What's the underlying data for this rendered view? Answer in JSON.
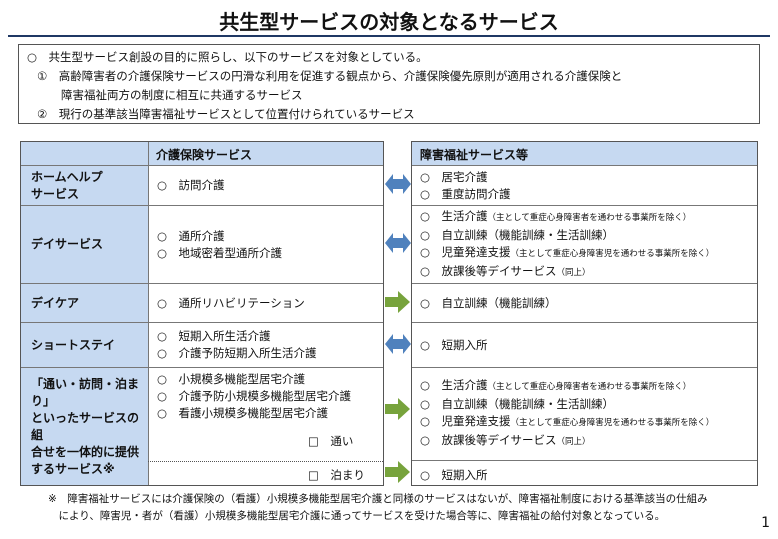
{
  "title": "共生型サービスの対象となるサービス",
  "intro": [
    "○　共生型サービス創設の目的に照らし、以下のサービスを対象としている。",
    "①　高齢障害者の介護保険サービスの円滑な利用を促進する観点から、介護保険優先原則が適用される介護保険と",
    "障害福祉両方の制度に相互に共通するサービス",
    "②　現行の基準該当障害福祉サービスとして位置付けられているサービス"
  ],
  "left_header": "介護保険サービス",
  "right_header": "障害福祉サービス等",
  "rows": [
    {
      "label": [
        "ホームヘルプ",
        "サービス"
      ],
      "kaigo": [
        "○　訪問介護"
      ],
      "arrow": "both",
      "shogai": [
        {
          "t": "○　居宅介護",
          "n": ""
        },
        {
          "t": "○　重度訪問介護",
          "n": ""
        }
      ]
    },
    {
      "label": [
        "デイサービス"
      ],
      "kaigo": [
        "○　通所介護",
        "○　地域密着型通所介護"
      ],
      "arrow": "both",
      "shogai": [
        {
          "t": "○　生活介護",
          "n": "（主として重症心身障害者を通わせる事業所を除く）"
        },
        {
          "t": "○　自立訓練（機能訓練・生活訓練）",
          "n": ""
        },
        {
          "t": "○　児童発達支援",
          "n": "（主として重症心身障害児を通わせる事業所を除く）"
        },
        {
          "t": "○　放課後等デイサービス",
          "n": "（同上）"
        }
      ]
    },
    {
      "label": [
        "デイケア"
      ],
      "kaigo": [
        "○　通所リハビリテーション"
      ],
      "arrow": "right",
      "shogai": [
        {
          "t": "○　自立訓練（機能訓練）",
          "n": ""
        }
      ]
    },
    {
      "label": [
        "ショートステイ"
      ],
      "kaigo": [
        "○　短期入所生活介護",
        "○　介護予防短期入所生活介護"
      ],
      "arrow": "both",
      "shogai": [
        {
          "t": "○　短期入所",
          "n": ""
        }
      ]
    },
    {
      "label": [
        "「通い・訪問・泊まり」",
        "といったサービスの組",
        "合せを一体的に提供",
        "するサービス※"
      ],
      "kaigo": [
        "○　小規模多機能型居宅介護",
        "○　介護予防小規模多機能型居宅介護",
        "○　看護小規模多機能型居宅介護"
      ],
      "sub1": "□　通い",
      "sub2": "□　泊まり",
      "arrow": "right",
      "shogai": [
        {
          "t": "○　生活介護",
          "n": "（主として重症心身障害者を通わせる事業所を除く）"
        },
        {
          "t": "○　自立訓練（機能訓練・生活訓練）",
          "n": ""
        },
        {
          "t": "○　児童発達支援",
          "n": "（主として重症心身障害児を通わせる事業所を除く）"
        },
        {
          "t": "○　放課後等デイサービス",
          "n": "（同上）"
        }
      ],
      "shogai2": "○　短期入所"
    }
  ],
  "footnote": [
    "※　障害福祉サービスには介護保険の（看護）小規模多機能型居宅介護と同様のサービスはないが、障害福祉制度における基準該当の仕組み",
    "　により、障害児・者が（看護）小規模多機能型居宅介護に通ってサービスを受けた場合等に、障害福祉の給付対象となっている。"
  ],
  "page": "1",
  "colors": {
    "header": "#c6d9f1",
    "arrow_both": "#4f81bd",
    "arrow_right": "#77a33c"
  }
}
